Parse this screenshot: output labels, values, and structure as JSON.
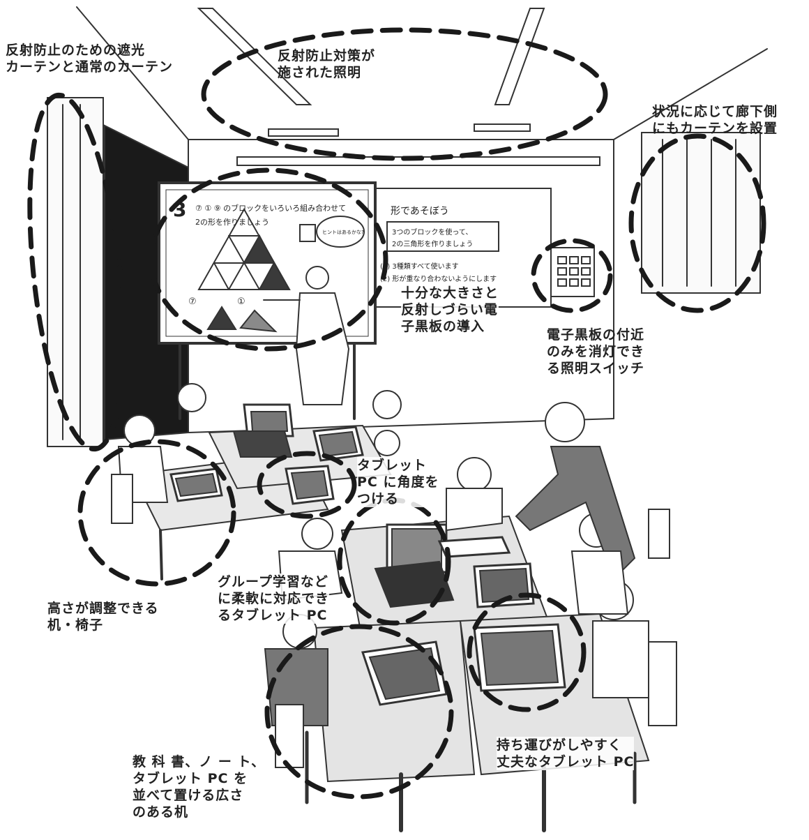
{
  "labels": {
    "curtains": "反射防止のための遮光\nカーテンと通常のカーテン",
    "lighting": "反射防止対策が\n施された照明",
    "hallway_curtain": "状況に応じて廊下側\nにもカーテンを設置",
    "board": "十分な大きさと\n反射しづらい電\n子黒板の導入",
    "switch": "電子黒板の付近\nのみを消灯でき\nる照明スイッチ",
    "tablet_angle": "タブレット\nPC に角度を\nつける",
    "desk_height": "高さが調整できる\n机・椅子",
    "group_tablet": "グループ学習など\nに柔軟に対応でき\nるタブレット PC",
    "portable_tablet": "持ち運びがしやすく\n丈夫なタブレット PC",
    "wide_desk": "教 科 書、ノ ー ト、\nタブレット PC を\n並べて置ける広さ\nのある机"
  },
  "screen": {
    "number": "3",
    "instruction_line1": "⑦ ① ⑨ のブロックをいろいろ組み合わせて",
    "instruction_line2": "2の形を作りましょう",
    "bubble": "ヒントはあるかな?",
    "piece_a": "⑦",
    "piece_b": "①"
  },
  "blackboard": {
    "title": "形であそぼう",
    "box_line1": "3つのブロックを使って、",
    "box_line2": "2の三角形を作りましょう",
    "rule1": "(1) 3種類すべて使います",
    "rule2": "(2) 形が重なり合わないようにします"
  },
  "colors": {
    "ink": "#222222",
    "curtain_dark": "#1a1a1a",
    "piece_dark": "#3a3a3a",
    "piece_mid": "#8a8a8a"
  }
}
